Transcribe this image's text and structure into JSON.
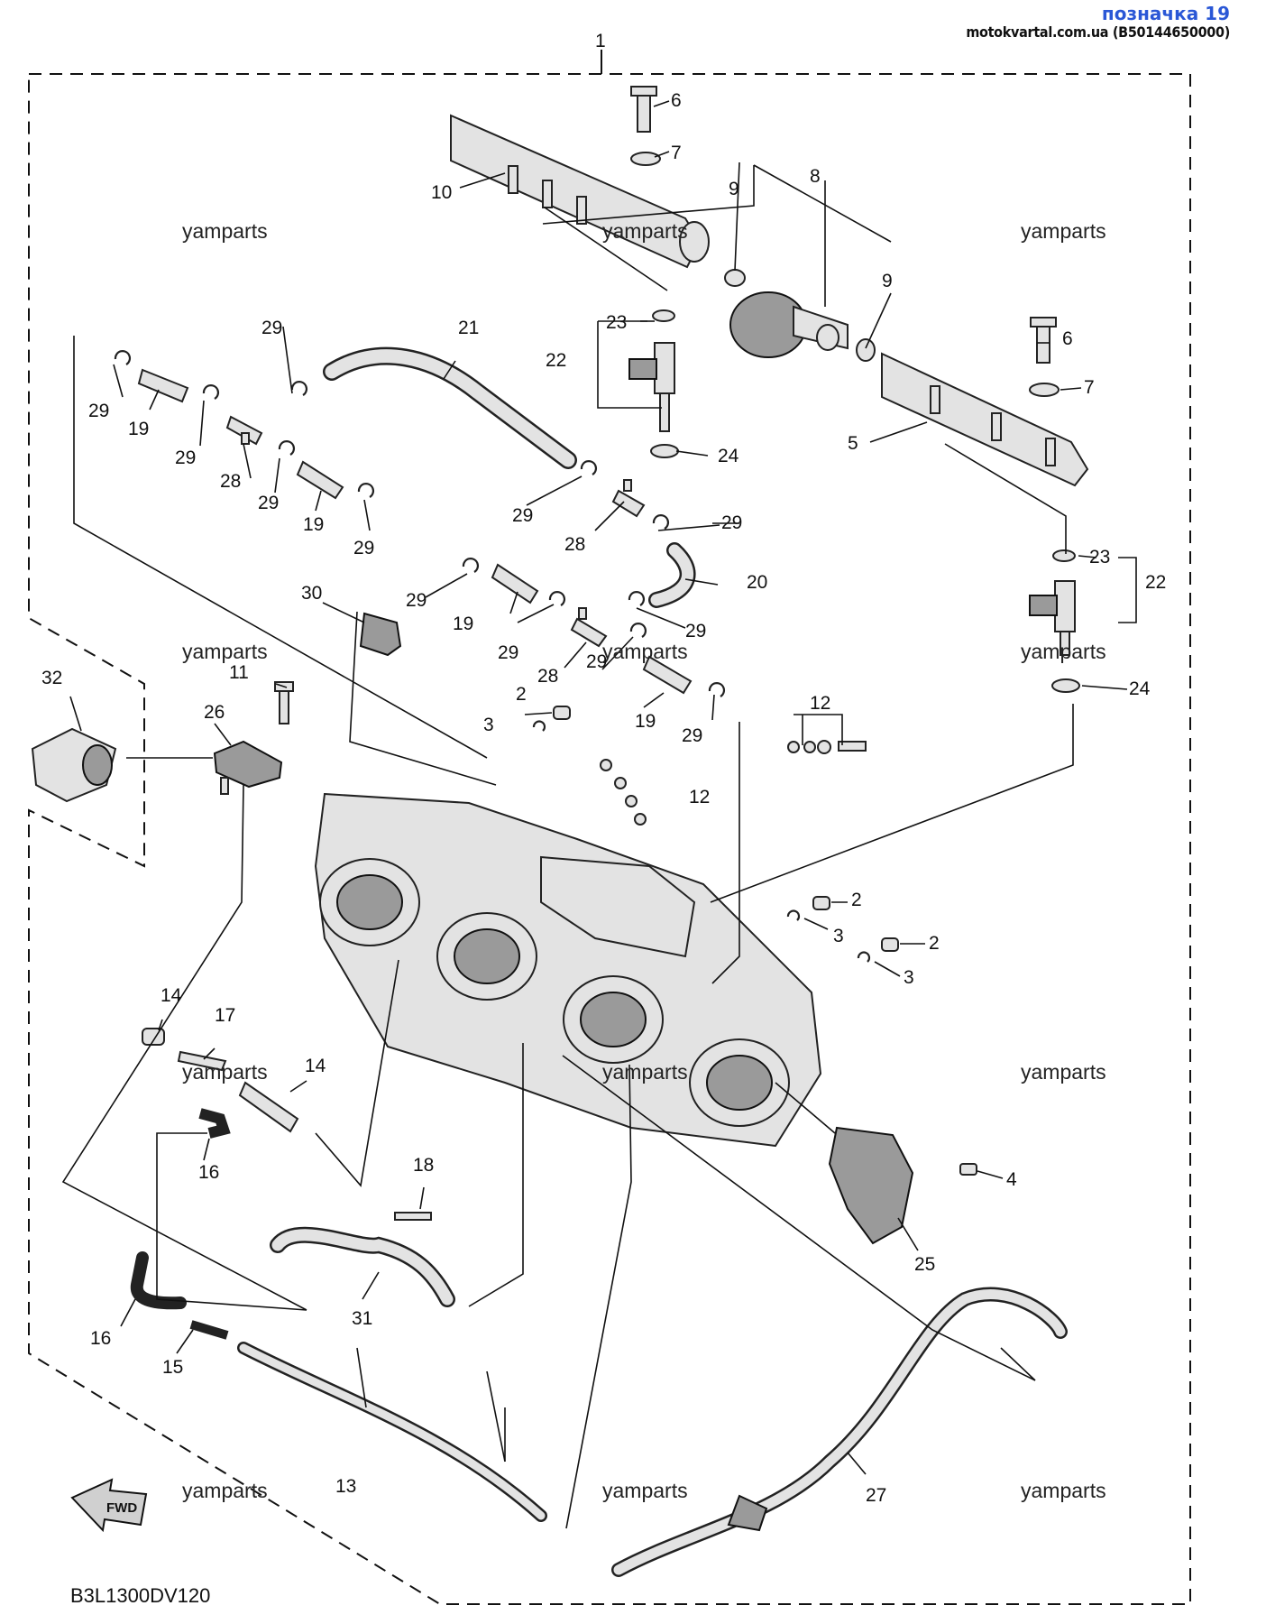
{
  "header": {
    "mark_label": "позначка 19",
    "site": "motokvartal.com.ua (B50144650000)"
  },
  "diagram": {
    "code": "B3L1300DV120",
    "fwd_label": "FWD",
    "watermark": "yamparts",
    "callouts": [
      "1",
      "2",
      "3",
      "4",
      "5",
      "6",
      "7",
      "8",
      "9",
      "10",
      "11",
      "12",
      "13",
      "14",
      "15",
      "16",
      "17",
      "18",
      "19",
      "20",
      "21",
      "22",
      "23",
      "24",
      "25",
      "26",
      "27",
      "28",
      "29",
      "30",
      "31",
      "32"
    ]
  },
  "colors": {
    "mark": "#2a57d6",
    "line": "#111111",
    "part_fill": "#e3e3e3"
  }
}
